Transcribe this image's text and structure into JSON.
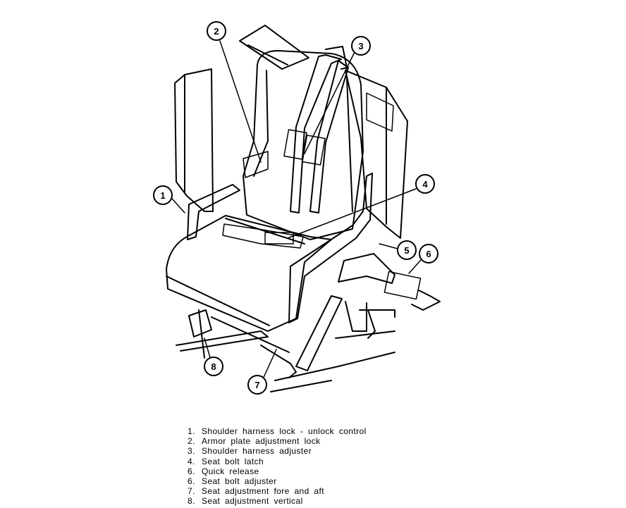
{
  "callouts": [
    {
      "id": 1,
      "label": "1"
    },
    {
      "id": 2,
      "label": "2"
    },
    {
      "id": 3,
      "label": "3"
    },
    {
      "id": 4,
      "label": "4"
    },
    {
      "id": 5,
      "label": "5"
    },
    {
      "id": 6,
      "label": "6"
    },
    {
      "id": 7,
      "label": "7"
    },
    {
      "id": 8,
      "label": "8"
    }
  ],
  "legend": [
    {
      "num": "1.",
      "text": "Shoulder harness lock - unlock control"
    },
    {
      "num": "2.",
      "text": "Armor plate adjustment lock"
    },
    {
      "num": "3.",
      "text": "Shoulder harness adjuster"
    },
    {
      "num": "4.",
      "text": "Seat bolt latch"
    },
    {
      "num": "6.",
      "text": "Quick release"
    },
    {
      "num": "6.",
      "text": "Seat bolt adjuster"
    },
    {
      "num": "7.",
      "text": "Seat adjustment fore and aft"
    },
    {
      "num": "8.",
      "text": "Seat adjustment vertical"
    }
  ]
}
